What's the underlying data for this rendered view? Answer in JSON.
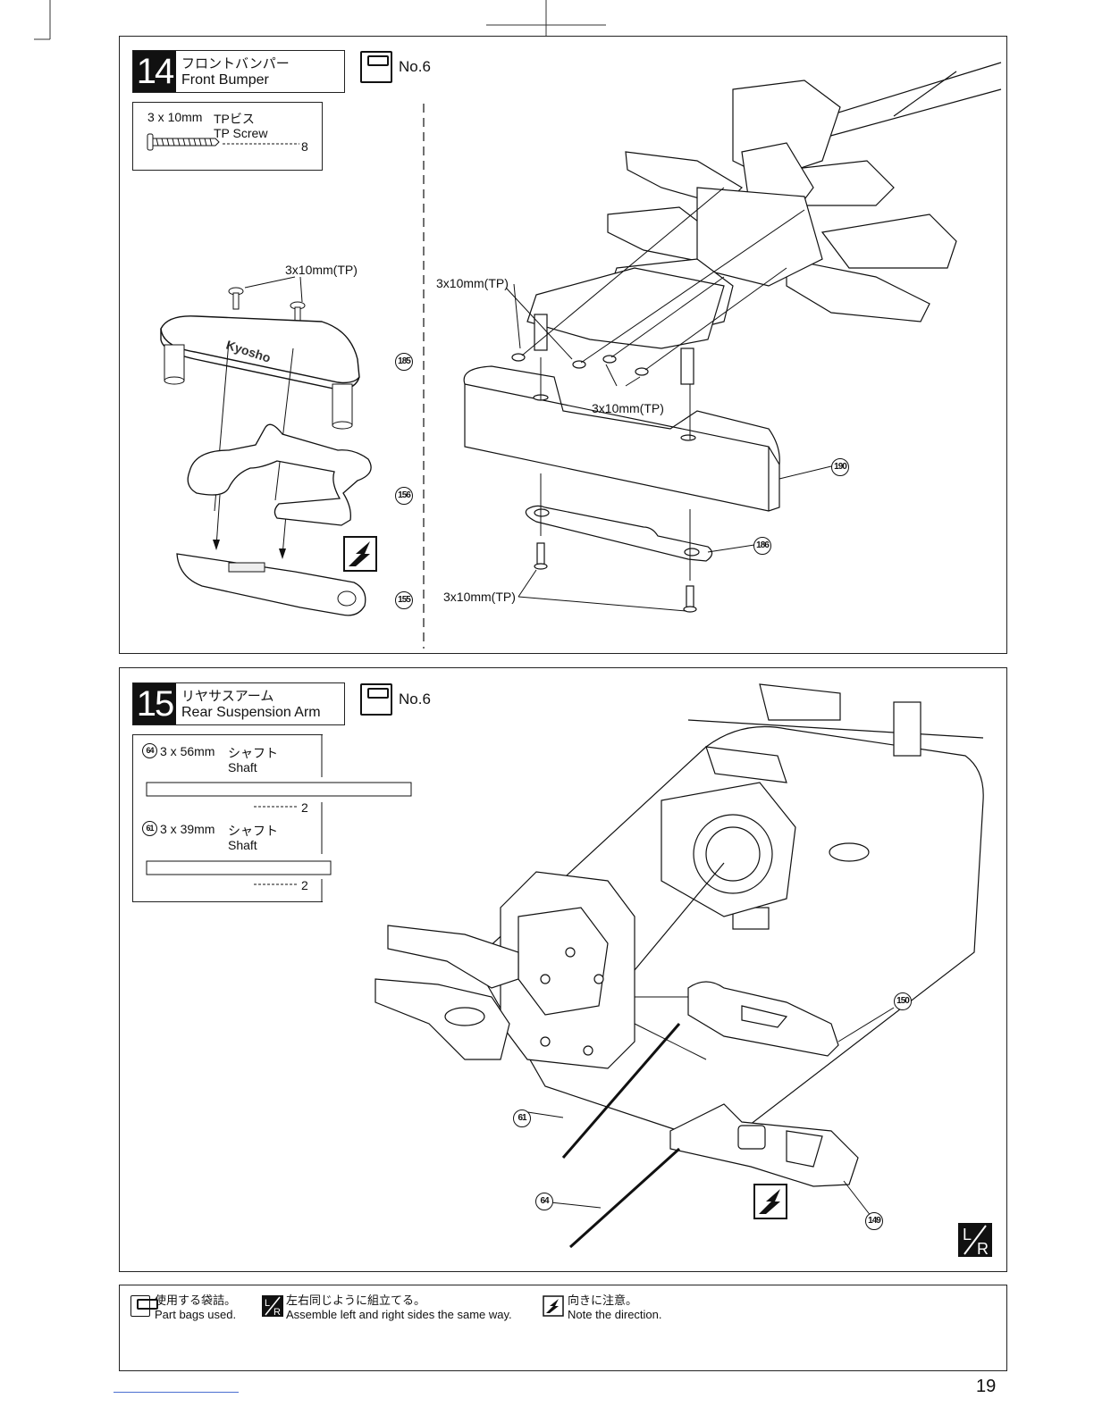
{
  "step14": {
    "number": "14",
    "title_jp": "フロントバンパー",
    "title_en": "Front Bumper",
    "bag": "No.6",
    "part": {
      "size": "3 x 10mm",
      "name_jp": "TPビス",
      "name_en": "TP Screw",
      "qty": "8"
    },
    "labels": {
      "screw_left": "3x10mm(TP)",
      "screw_right_top": "3x10mm(TP)",
      "screw_right_mid": "3x10mm(TP)",
      "screw_right_bottom": "3x10mm(TP)"
    },
    "callouts": {
      "c185": "185",
      "c156": "156",
      "c155": "155",
      "c190": "190",
      "c186": "186"
    }
  },
  "step15": {
    "number": "15",
    "title_jp": "リヤサスアーム",
    "title_en": "Rear Suspension Arm",
    "bag": "No.6",
    "parts": [
      {
        "ref": "64",
        "size": "3 x 56mm",
        "name_jp": "シャフト",
        "name_en": "Shaft",
        "qty": "2"
      },
      {
        "ref": "61",
        "size": "3 x 39mm",
        "name_jp": "シャフト",
        "name_en": "Shaft",
        "qty": "2"
      }
    ],
    "callouts": {
      "c150": "150",
      "c61": "61",
      "c64": "64",
      "c149": "149"
    }
  },
  "legend": {
    "bags_jp": "使用する袋詰。",
    "bags_en": "Part bags used.",
    "lr_jp": "左右同じように組立てる。",
    "lr_en": "Assemble left and right sides the same way.",
    "dir_jp": "向きに注意。",
    "dir_en": "Note the direction."
  },
  "page_number": "19"
}
